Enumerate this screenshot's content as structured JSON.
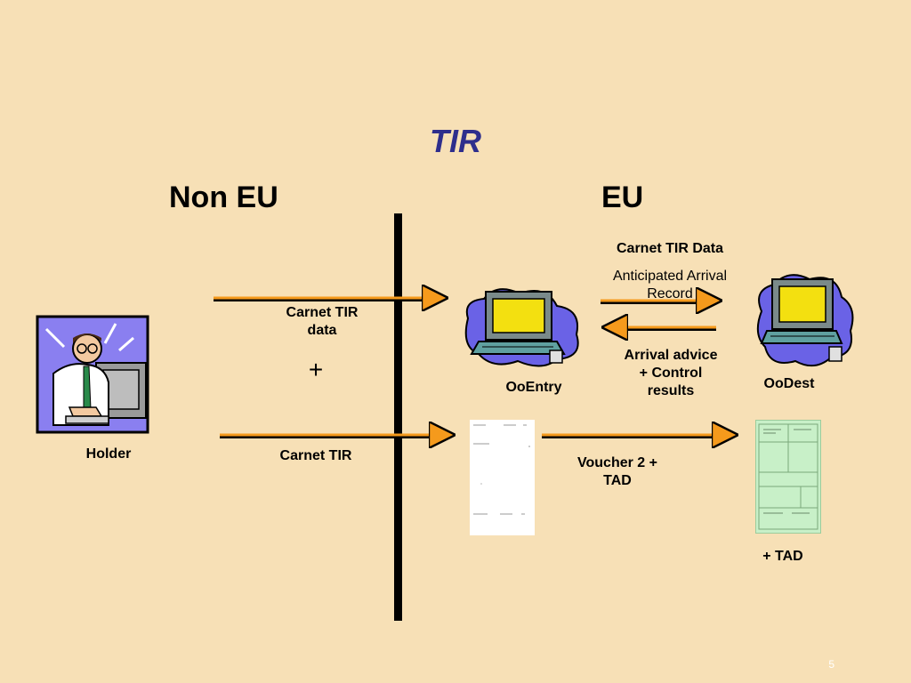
{
  "slide": {
    "title": "TIR",
    "page_number": "5"
  },
  "zones": {
    "non_eu": "Non EU",
    "eu": "EU"
  },
  "labels": {
    "holder": "Holder",
    "carnet_tir_data_left": [
      "Carnet TIR",
      "data"
    ],
    "plus": "+",
    "carnet_tir": "Carnet TIR",
    "ooentry": "OoEntry",
    "carnet_tir_data_right": "Carnet TIR Data",
    "anticipated_arrival": [
      "Anticipated Arrival",
      "Record"
    ],
    "arrival_advice": [
      "Arrival advice",
      "+ Control",
      "results"
    ],
    "oodest": "OoDest",
    "voucher_tad": [
      "Voucher 2 +",
      "TAD"
    ],
    "plus_tad": "+ TAD"
  },
  "colors": {
    "background": "#f7e0b6",
    "title": "#2e2e8c",
    "arrow": "#f59a1c",
    "divider": "#000000"
  }
}
